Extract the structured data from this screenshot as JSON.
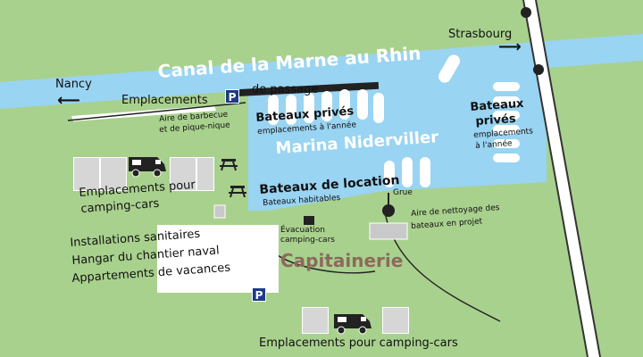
{
  "canal": {
    "name": "Canal de la Marne au Rhin",
    "passage_label": "Emplacements",
    "passage_label2": "de passage"
  },
  "directions": {
    "left": "Nancy",
    "right": "Strasbourg"
  },
  "marina": {
    "name": "Marina Niderviller"
  },
  "private_boats_left": {
    "title": "Bateaux privés",
    "sub": "emplacements à l'année"
  },
  "private_boats_right": {
    "title1": "Bateaux",
    "title2": "privés",
    "sub1": "emplacements",
    "sub2": "à l'année"
  },
  "rental": {
    "title": "Bateaux de location",
    "sub": "Bateaux habitables"
  },
  "grue": "Grue",
  "bbq": {
    "line1": "Aire de barbecue",
    "line2": "et de pique-nique"
  },
  "camping_left": {
    "line1": "Emplacements pour",
    "line2": "camping-cars"
  },
  "camping_bottom": "Emplacements pour camping-cars",
  "evacuation": {
    "line1": "Évacuation",
    "line2": "camping-cars"
  },
  "capitainerie": "Capitainerie",
  "cleaning": {
    "line1": "Aire de nettoyage des",
    "line2": "bateaux en projet"
  },
  "services": {
    "line1": "Installations sanitaires",
    "line2": "Hangar du chantier naval",
    "line3": "Appartements de vacances"
  },
  "parking_label": "P",
  "colors": {
    "grass": "#a9d18e",
    "water": "#99d4f2",
    "road": "#ffffff",
    "capitainerie": "#8b6a5c",
    "parking": "#1e3a8a",
    "slot": "#d6d6d6"
  },
  "icons": [
    "motorhome-icon",
    "picnic-table-icon",
    "parking-icon",
    "crane-icon",
    "arrow-left-icon",
    "arrow-right-icon"
  ]
}
